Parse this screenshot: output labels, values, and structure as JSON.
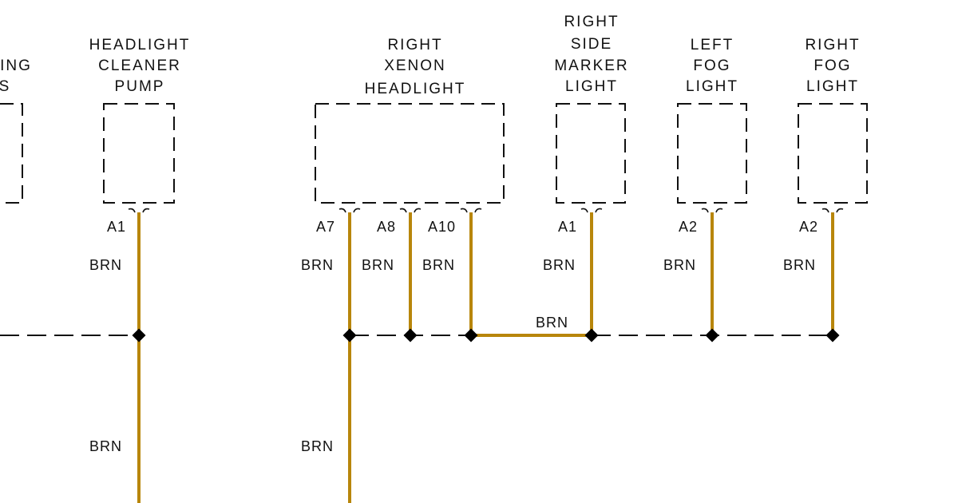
{
  "colors": {
    "wire": "#b8860b",
    "ink": "#111111",
    "background": "#ffffff"
  },
  "components": {
    "partial": {
      "lines": [
        "ING",
        "S"
      ]
    },
    "headlight_cleaner_pump": {
      "lines": [
        "HEADLIGHT",
        "CLEANER",
        "PUMP"
      ]
    },
    "right_xenon_headlight": {
      "lines": [
        "RIGHT",
        "XENON",
        "HEADLIGHT"
      ]
    },
    "right_side_marker_light": {
      "lines": [
        "RIGHT",
        "SIDE",
        "MARKER",
        "LIGHT"
      ]
    },
    "left_fog_light": {
      "lines": [
        "LEFT",
        "FOG",
        "LIGHT"
      ]
    },
    "right_fog_light": {
      "lines": [
        "RIGHT",
        "FOG",
        "LIGHT"
      ]
    }
  },
  "pins": {
    "pump_a1": "A1",
    "xenon_a7": "A7",
    "xenon_a8": "A8",
    "xenon_a10": "A10",
    "marker_a1": "A1",
    "left_fog_a2": "A2",
    "right_fog_a2": "A2"
  },
  "wires": {
    "pump_upper": "BRN",
    "xenon_a7": "BRN",
    "xenon_a8": "BRN",
    "xenon_a10": "BRN",
    "bus_link": "BRN",
    "marker": "BRN",
    "left_fog": "BRN",
    "right_fog": "BRN",
    "pump_lower": "BRN",
    "xenon_lower": "BRN"
  }
}
